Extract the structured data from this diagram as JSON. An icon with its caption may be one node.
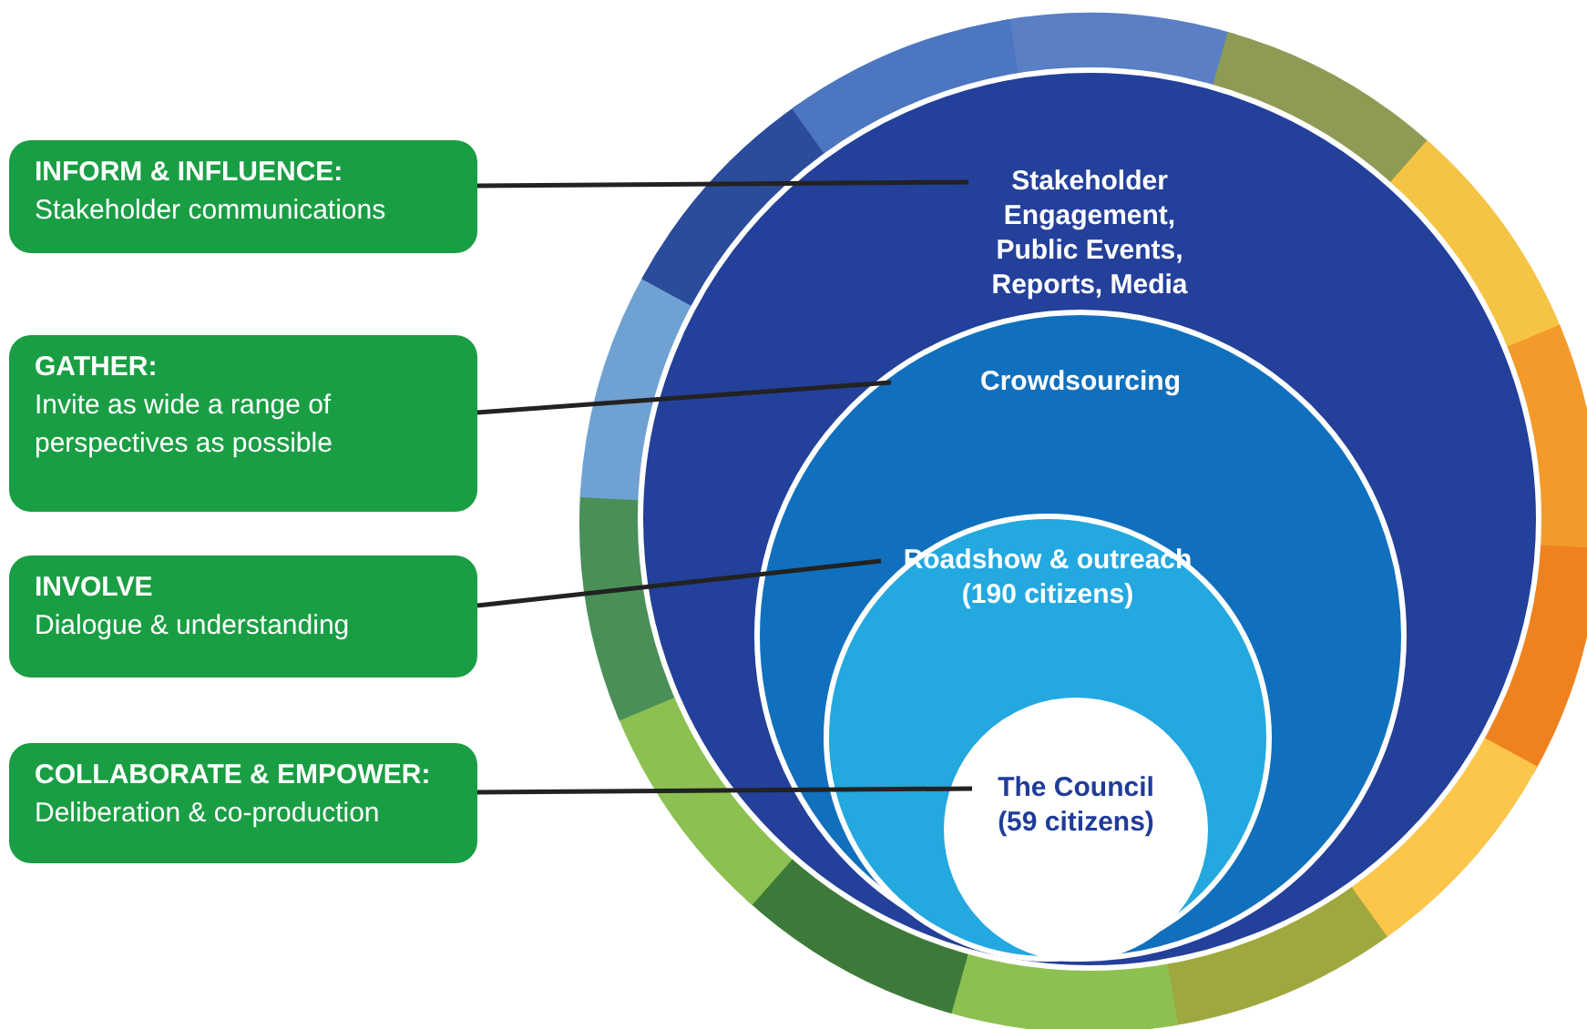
{
  "diagram": {
    "nodes": [
      {
        "text": [
          "INFORM & INFLUENCE:",
          "Stakeholder communications"
        ]
      },
      {
        "text": [
          "GATHER:",
          "Invite as wide a range of perspectives as  possible"
        ]
      },
      {
        "text": [
          "INVOLVE",
          "Dialogue & understanding"
        ]
      },
      {
        "text": [
          "COLLABORATE & EMPOWER:",
          "Deliberation & co-production"
        ]
      },
      {
        "text": [
          "Stakeholder Engagement, Public Events, Reports, Media"
        ]
      },
      {
        "text": [
          "Crowdsourcing"
        ],
        "in": 4
      },
      {
        "text": [
          "Roadshow & outreach (190 citizens)"
        ],
        "in": 5
      },
      {
        "text": [
          "The Council (59 citizens)"
        ],
        "in": 6
      }
    ],
    "edges": [
      {
        "from": 0,
        "to": 4,
        "arrow": "none"
      },
      {
        "from": 1,
        "to": 5,
        "arrow": "none"
      },
      {
        "from": 2,
        "to": 6,
        "arrow": "none"
      },
      {
        "from": 3,
        "to": 7,
        "arrow": "none"
      }
    ]
  }
}
